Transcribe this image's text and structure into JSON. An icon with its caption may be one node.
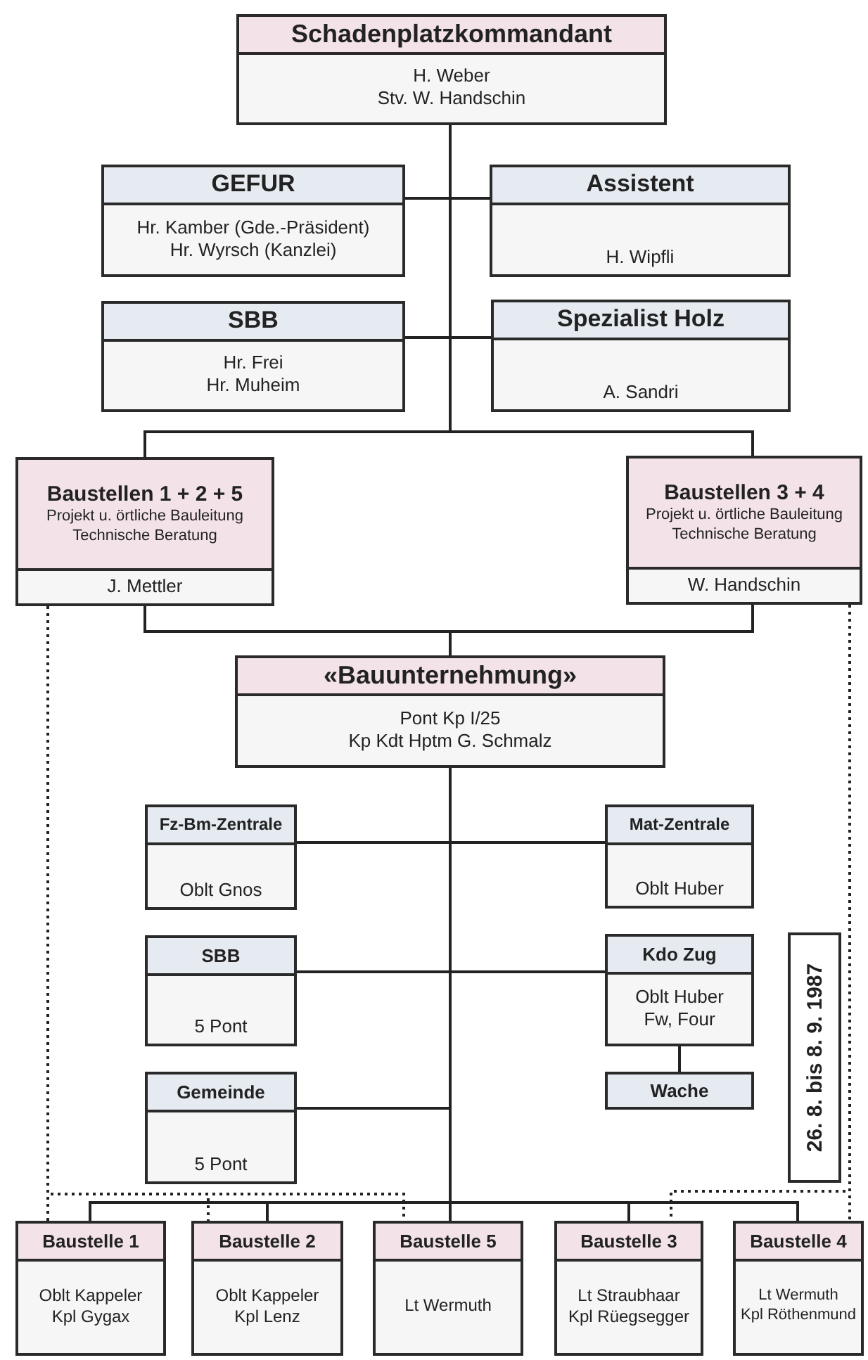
{
  "diagram": {
    "nodes": [
      {
        "text": [
          "Schadenplatzkommandant",
          "H. Weber",
          "Stv. W. Handschin"
        ]
      },
      {
        "text": [
          "GEFUR",
          "Hr. Kamber (Gde.-Präsident)",
          "Hr. Wyrsch (Kanzlei)"
        ]
      },
      {
        "text": [
          "Assistent",
          "H. Wipfli"
        ]
      },
      {
        "text": [
          "SBB",
          "Hr. Frei",
          "Hr. Muheim"
        ]
      },
      {
        "text": [
          "Spezialist Holz",
          "A. Sandri"
        ]
      },
      {
        "text": [
          "Baustellen 1 + 2 + 5",
          "Projekt u. örtliche Bauleitung",
          "Technische Beratung",
          "J. Mettler"
        ]
      },
      {
        "text": [
          "Baustellen 3 + 4",
          "Projekt u. örtliche Bauleitung",
          "Technische Beratung",
          "W. Handschin"
        ]
      },
      {
        "text": [
          "«Bauunternehmung»",
          "Pont Kp I/25",
          "Kp Kdt Hptm G. Schmalz"
        ]
      },
      {
        "text": [
          "Fz-Bm-Zentrale",
          "Oblt Gnos"
        ]
      },
      {
        "text": [
          "Mat-Zentrale",
          "Oblt Huber"
        ]
      },
      {
        "text": [
          "SBB",
          "5 Pont"
        ]
      },
      {
        "text": [
          "Kdo Zug",
          "Oblt Huber",
          "Fw, Four"
        ]
      },
      {
        "text": [
          "Wache"
        ]
      },
      {
        "text": [
          "Gemeinde",
          "5 Pont"
        ]
      },
      {
        "text": [
          "Baustelle 1",
          "Oblt Kappeler",
          "Kpl Gygax"
        ]
      },
      {
        "text": [
          "Baustelle 2",
          "Oblt Kappeler",
          "Kpl Lenz"
        ]
      },
      {
        "text": [
          "Baustelle 5",
          "Lt Wermuth"
        ]
      },
      {
        "text": [
          "Baustelle 3",
          "Lt Straubhaar",
          "Kpl Rüegsegger"
        ]
      },
      {
        "text": [
          "Baustelle 4",
          "Lt Wermuth",
          "Kpl Röthenmund"
        ]
      }
    ],
    "edges": [
      {
        "from": 0,
        "to": 1,
        "arrow": "none"
      },
      {
        "from": 0,
        "to": 2,
        "arrow": "none"
      },
      {
        "from": 0,
        "to": 3,
        "arrow": "none"
      },
      {
        "from": 0,
        "to": 4,
        "arrow": "none"
      },
      {
        "from": 0,
        "to": 5,
        "arrow": "none"
      },
      {
        "from": 0,
        "to": 6,
        "arrow": "none"
      },
      {
        "from": 5,
        "to": 7,
        "arrow": "none"
      },
      {
        "from": 6,
        "to": 7,
        "arrow": "none"
      },
      {
        "from": 7,
        "to": 8,
        "arrow": "none"
      },
      {
        "from": 7,
        "to": 9,
        "arrow": "none"
      },
      {
        "from": 7,
        "to": 10,
        "arrow": "none"
      },
      {
        "from": 7,
        "to": 11,
        "arrow": "none"
      },
      {
        "from": 11,
        "to": 12,
        "arrow": "none"
      },
      {
        "from": 7,
        "to": 13,
        "arrow": "none"
      },
      {
        "from": 7,
        "to": 14,
        "arrow": "none"
      },
      {
        "from": 7,
        "to": 15,
        "arrow": "none"
      },
      {
        "from": 7,
        "to": 16,
        "arrow": "none"
      },
      {
        "from": 7,
        "to": 17,
        "arrow": "none"
      },
      {
        "from": 7,
        "to": 18,
        "arrow": "none"
      },
      {
        "from": 5,
        "to": 14,
        "arrow": "none",
        "style": "dashed"
      },
      {
        "from": 5,
        "to": 15,
        "arrow": "none",
        "style": "dashed"
      },
      {
        "from": 5,
        "to": 16,
        "arrow": "none",
        "style": "dashed"
      },
      {
        "from": 6,
        "to": 17,
        "arrow": "none",
        "style": "dashed"
      },
      {
        "from": 6,
        "to": 18,
        "arrow": "none",
        "style": "dashed"
      }
    ],
    "labels": [
      "26. 8. bis 8. 9. 1987"
    ]
  }
}
